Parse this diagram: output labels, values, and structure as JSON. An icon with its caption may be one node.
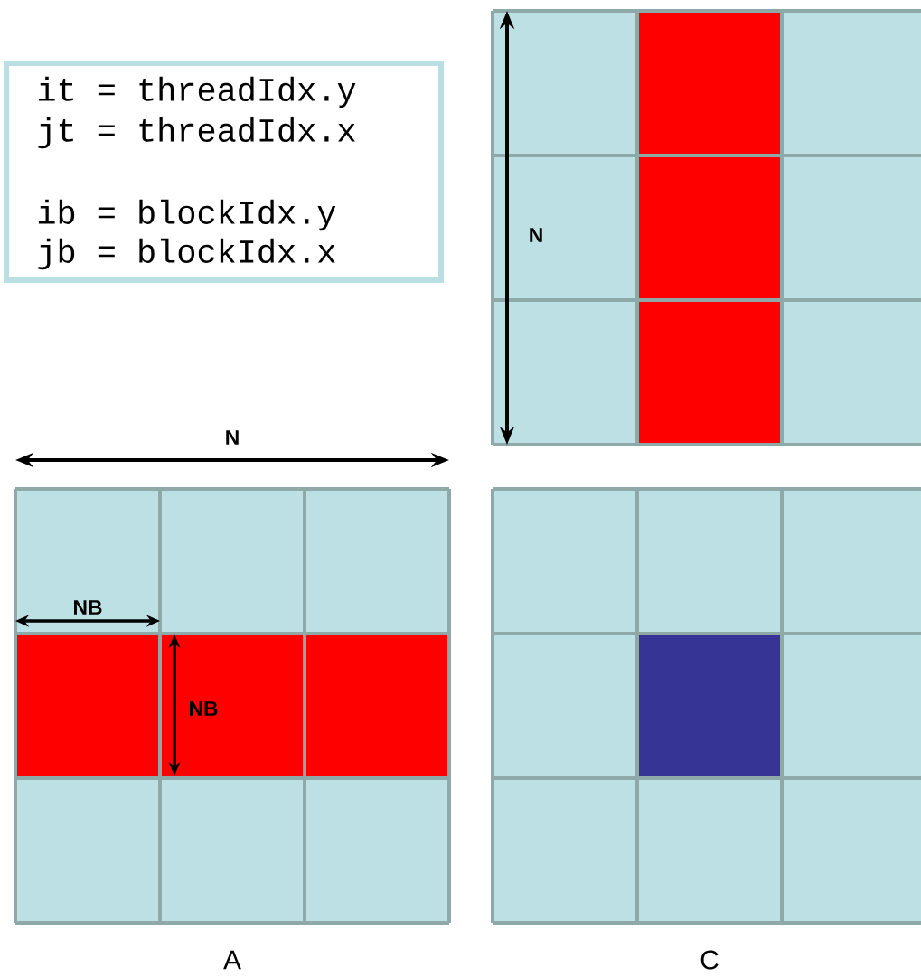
{
  "diagram": {
    "nodes": [
      {
        "text": [
          "it = threadIdx.y",
          "jt = threadIdx.x",
          "ib = blockIdx.y",
          "jb = blockIdx.x"
        ]
      },
      {
        "text": [],
        "shape": "box",
        "beside": [
          "A"
        ]
      },
      {
        "text": [],
        "shape": "box"
      },
      {
        "text": [],
        "shape": "box",
        "beside": [
          "C"
        ]
      }
    ],
    "edges": [],
    "labels": [
      "N",
      "N",
      "NB",
      "NB"
    ]
  }
}
